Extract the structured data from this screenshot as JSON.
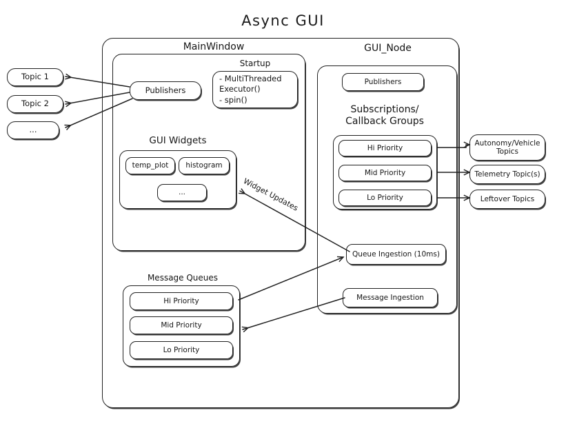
{
  "diagram": {
    "title": "Async  GUI",
    "outer_container": "",
    "left_topics": [
      {
        "label": "Topic 1"
      },
      {
        "label": "Topic 2"
      },
      {
        "label": "..."
      }
    ],
    "right_topics": [
      {
        "label": "Autonomy/Vehicle\nTopics"
      },
      {
        "label": "Telemetry Topic(s)"
      },
      {
        "label": "Leftover Topics"
      }
    ],
    "main_window": {
      "heading": "MainWindow",
      "publishers": "Publishers",
      "startup": {
        "heading": "Startup",
        "lines": "-  MultiThreaded\n   Executor()\n-  spin()"
      },
      "gui_widgets": {
        "heading": "GUI Widgets",
        "items": [
          {
            "label": "temp_plot"
          },
          {
            "label": "histogram"
          },
          {
            "label": "..."
          }
        ]
      },
      "message_queues": {
        "heading": "Message Queues",
        "items": [
          {
            "label": "Hi Priority"
          },
          {
            "label": "Mid Priority"
          },
          {
            "label": "Lo Priority"
          }
        ]
      }
    },
    "gui_node": {
      "heading": "GUI_Node",
      "publishers": "Publishers",
      "subscriptions": {
        "heading": "Subscriptions/\nCallback Groups",
        "items": [
          {
            "label": "Hi Priority"
          },
          {
            "label": "Mid Priority"
          },
          {
            "label": "Lo Priority"
          }
        ]
      },
      "queue_ingestion": "Queue Ingestion (10ms)",
      "message_ingestion": "Message Ingestion"
    },
    "edge_labels": [
      {
        "label": "Widget Updates"
      }
    ],
    "colors": {
      "stroke": "#1f1f1f",
      "text": "#141414",
      "background": "#ffffff"
    }
  }
}
